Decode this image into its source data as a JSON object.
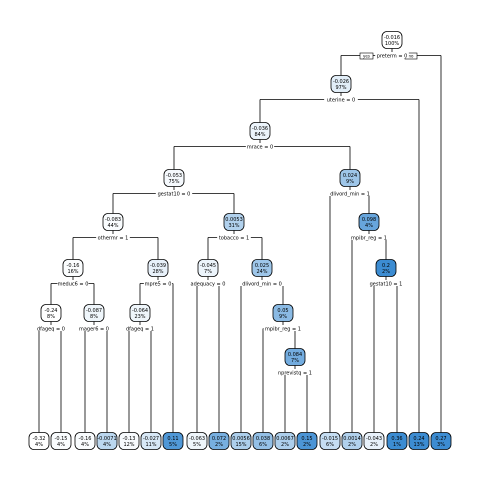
{
  "tree": {
    "yes_label": "yes",
    "no_label": "no",
    "nodes": [
      {
        "id": "n0",
        "value": "-0.016",
        "pct": "100%",
        "split": "preterm = 0",
        "fill": 0.0
      },
      {
        "id": "n1",
        "value": "-0.026",
        "pct": "97%",
        "split": "uterine = 0",
        "fill": 0.15
      },
      {
        "id": "n2",
        "value": "-0.036",
        "pct": "84%",
        "split": "mrace = 0",
        "fill": 0.1
      },
      {
        "id": "n3",
        "value": "-0.053",
        "pct": "75%",
        "split": "gestat10 = 0",
        "fill": 0.05
      },
      {
        "id": "n4",
        "value": "-0.083",
        "pct": "44%",
        "split": "othermr = 1",
        "fill": 0.03
      },
      {
        "id": "n5",
        "value": "-0.16",
        "pct": "16%",
        "split": "meduc6 = 0",
        "fill": 0.02
      },
      {
        "id": "n6",
        "value": "-0.24",
        "pct": "8%",
        "split": "dfageq = 0",
        "fill": 0.0
      },
      {
        "id": "n7",
        "value": "-0.32",
        "pct": "4%",
        "split": "",
        "fill": 0.0
      },
      {
        "id": "n8",
        "value": "-0.15",
        "pct": "4%",
        "split": "",
        "fill": 0.03
      },
      {
        "id": "n9",
        "value": "-0.087",
        "pct": "8%",
        "split": "mager6 = 0",
        "fill": 0.08
      },
      {
        "id": "n10",
        "value": "-0.16",
        "pct": "4%",
        "split": "",
        "fill": 0.03
      },
      {
        "id": "n11",
        "value": "-0.0071",
        "pct": "4%",
        "split": "",
        "fill": 0.35
      },
      {
        "id": "n12",
        "value": "-0.039",
        "pct": "28%",
        "split": "mpre5 = 0",
        "fill": 0.12
      },
      {
        "id": "n13",
        "value": "-0.064",
        "pct": "23%",
        "split": "dfageq = 1",
        "fill": 0.08
      },
      {
        "id": "n14",
        "value": "-0.13",
        "pct": "12%",
        "split": "",
        "fill": 0.04
      },
      {
        "id": "n15",
        "value": "-0.027",
        "pct": "11%",
        "split": "",
        "fill": 0.2
      },
      {
        "id": "n16",
        "value": "0.11",
        "pct": "5%",
        "split": "",
        "fill": 0.9
      },
      {
        "id": "n17",
        "value": "0.0053",
        "pct": "31%",
        "split": "tobacco = 1",
        "fill": 0.4
      },
      {
        "id": "n18",
        "value": "-0.045",
        "pct": "7%",
        "split": "adequacy = 0",
        "fill": 0.1
      },
      {
        "id": "n19",
        "value": "-0.063",
        "pct": "5%",
        "split": "",
        "fill": 0.08
      },
      {
        "id": "n20",
        "value": "0.072",
        "pct": "2%",
        "split": "",
        "fill": 0.7
      },
      {
        "id": "n21",
        "value": "0.025",
        "pct": "24%",
        "split": "dlivord_min = 0",
        "fill": 0.5
      },
      {
        "id": "n22",
        "value": "0.0056",
        "pct": "15%",
        "split": "",
        "fill": 0.42
      },
      {
        "id": "n23",
        "value": "0.05",
        "pct": "9%",
        "split": "mpibr_reg = 1",
        "fill": 0.6
      },
      {
        "id": "n24",
        "value": "0.038",
        "pct": "6%",
        "split": "",
        "fill": 0.55
      },
      {
        "id": "n25",
        "value": "0.084",
        "pct": "7%",
        "split": "nprevistq = 1",
        "fill": 0.72
      },
      {
        "id": "n26",
        "value": "0.0067",
        "pct": "2%",
        "split": "",
        "fill": 0.42
      },
      {
        "id": "n27",
        "value": "0.15",
        "pct": "2%",
        "split": "",
        "fill": 0.92
      },
      {
        "id": "n28",
        "value": "0.024",
        "pct": "9%",
        "split": "dlivord_min = 1",
        "fill": 0.5
      },
      {
        "id": "n29",
        "value": "-0.015",
        "pct": "6%",
        "split": "",
        "fill": 0.3
      },
      {
        "id": "n30",
        "value": "0.098",
        "pct": "4%",
        "split": "mpibr_reg = 1",
        "fill": 0.78
      },
      {
        "id": "n31",
        "value": "0.0014",
        "pct": "2%",
        "split": "",
        "fill": 0.4
      },
      {
        "id": "n32",
        "value": "0.2",
        "pct": "2%",
        "split": "gestat10 = 1",
        "fill": 1.0
      },
      {
        "id": "n33",
        "value": "-0.043",
        "pct": "2%",
        "split": "",
        "fill": 0.12
      },
      {
        "id": "n34",
        "value": "0.36",
        "pct": "1%",
        "split": "",
        "fill": 1.0
      },
      {
        "id": "n35",
        "value": "0.24",
        "pct": "13%",
        "split": "",
        "fill": 1.0
      },
      {
        "id": "n36",
        "value": "0.27",
        "pct": "3%",
        "split": "",
        "fill": 1.0
      }
    ]
  }
}
